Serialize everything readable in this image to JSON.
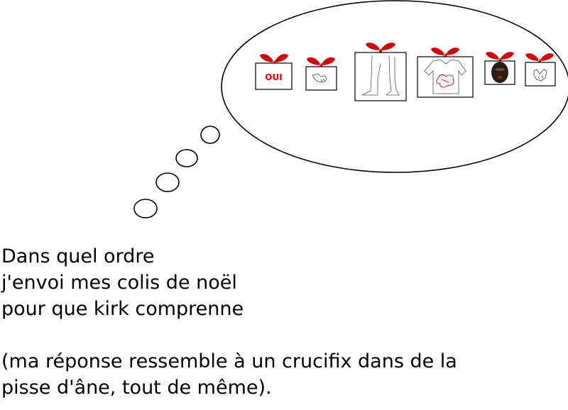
{
  "thought_bubble": {
    "gifts": [
      {
        "name": "gift-oui",
        "contents": "oui-sign",
        "label": "OUI"
      },
      {
        "name": "gift-hand-1",
        "contents": "hand-drawing"
      },
      {
        "name": "gift-legs",
        "contents": "legs-drawing"
      },
      {
        "name": "gift-shirt",
        "contents": "shirt-drawing"
      },
      {
        "name": "gift-face",
        "contents": "dark-face-photo"
      },
      {
        "name": "gift-hand-2",
        "contents": "hand-drawing"
      }
    ]
  },
  "caption": {
    "line1": "Dans quel ordre",
    "line2": "j'envoi mes colis de noël",
    "line3": "pour que kirk comprenne",
    "line4": "(ma réponse ressemble à un crucifix dans de la",
    "line5": "pisse d'âne, tout de même)."
  },
  "colors": {
    "ribbon": "#d40000",
    "outline": "#000000",
    "face": "#2a1c16",
    "background": "#ffffff"
  }
}
